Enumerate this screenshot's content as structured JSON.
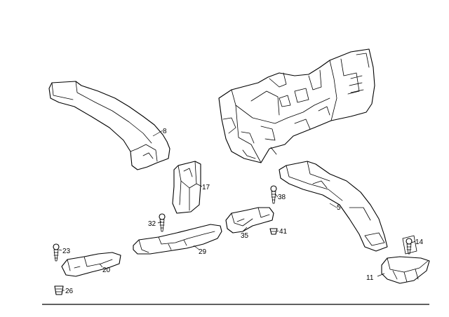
{
  "colors": {
    "ink": "#000000",
    "paper": "#ffffff"
  },
  "callouts": {
    "p8": "8",
    "p17": "17",
    "p38": "38",
    "p5": "5",
    "p32": "32",
    "p41": "41",
    "p35": "35",
    "p23": "23",
    "p29": "29",
    "p20": "20",
    "p14": "14",
    "p11": "11",
    "p26": "26"
  }
}
